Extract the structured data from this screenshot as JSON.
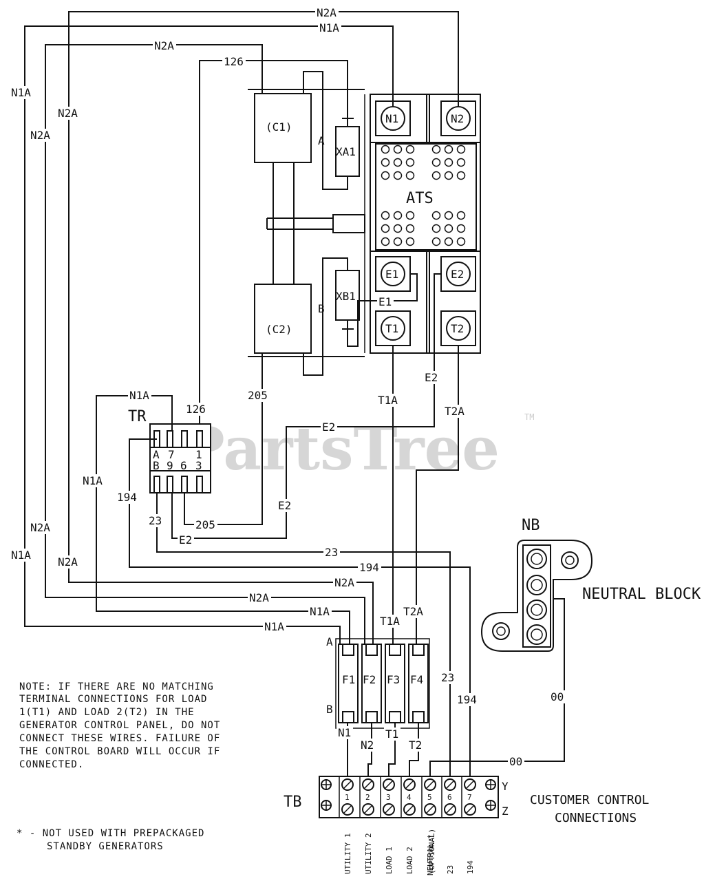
{
  "watermark": {
    "text": "PartsTree",
    "tm": "TM"
  },
  "components": {
    "c1": "(C1)",
    "c2": "(C2)",
    "xa1": "XA1",
    "xb1": "XB1",
    "ats": "ATS",
    "tr": "TR",
    "nb": "NB",
    "tb": "TB",
    "neutral_block": "NEUTRAL BLOCK",
    "customer_control": [
      "CUSTOMER CONTROL",
      "CONNECTIONS"
    ]
  },
  "ats_terminals": {
    "n1": "N1",
    "n2": "N2",
    "e1": "E1",
    "e2": "E2",
    "t1": "T1",
    "t2": "T2"
  },
  "wires": {
    "n2a": "N2A",
    "n1a": "N1A",
    "w126": "126",
    "w205": "205",
    "a": "A",
    "b": "B",
    "e1": "E1",
    "e2": "E2",
    "t1a": "T1A",
    "t2a": "T2A",
    "w194": "194",
    "w23": "23",
    "w00": "00",
    "n1": "N1",
    "n2": "N2",
    "t1": "T1",
    "t2": "T2"
  },
  "tr_pins": {
    "row1": [
      "A",
      "7",
      "1"
    ],
    "row2": [
      "B",
      "9",
      "6",
      "3"
    ]
  },
  "fuses": {
    "labels": [
      "F1",
      "F2",
      "F3",
      "F4"
    ],
    "side_a": "A",
    "side_b": "B"
  },
  "tb_pins": [
    "1",
    "2",
    "3",
    "4",
    "5",
    "6",
    "7"
  ],
  "tb_side": {
    "y": "Y",
    "z": "Z"
  },
  "tb_bottom_labels": [
    "UTILITY 1",
    "UTILITY 2",
    "LOAD 1",
    "LOAD 2",
    "NEUTRAL *",
    "23",
    "194"
  ],
  "tb_optional": "(OPTIONAL)",
  "note": [
    "NOTE: IF THERE ARE NO MATCHING",
    "TERMINAL CONNECTIONS FOR LOAD",
    "1(T1) AND LOAD 2(T2) IN THE",
    "GENERATOR CONTROL PANEL, DO NOT",
    "CONNECT THESE WIRES. FAILURE OF",
    "THE CONTROL BOARD WILL OCCUR IF",
    "CONNECTED."
  ],
  "footnote": [
    "* - NOT USED WITH PREPACKAGED",
    "STANDBY GENERATORS"
  ]
}
